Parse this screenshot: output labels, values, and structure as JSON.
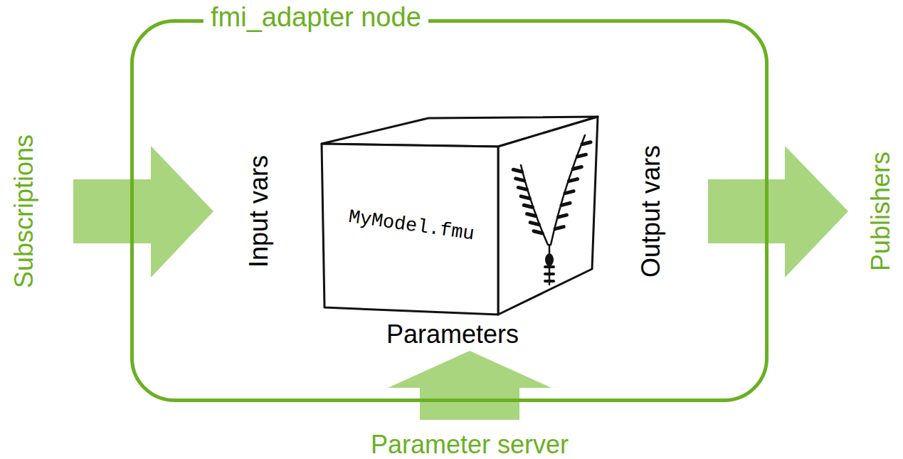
{
  "diagram": {
    "nodes": [
      {
        "text": [
          "fmi_adapter node"
        ]
      },
      {
        "text": [
          "MyModel.fmu"
        ],
        "in": 0
      }
    ],
    "labels": [
      "Input vars",
      "Output vars",
      "Parameters",
      "Subscriptions",
      "Publishers",
      "Parameter server"
    ]
  }
}
